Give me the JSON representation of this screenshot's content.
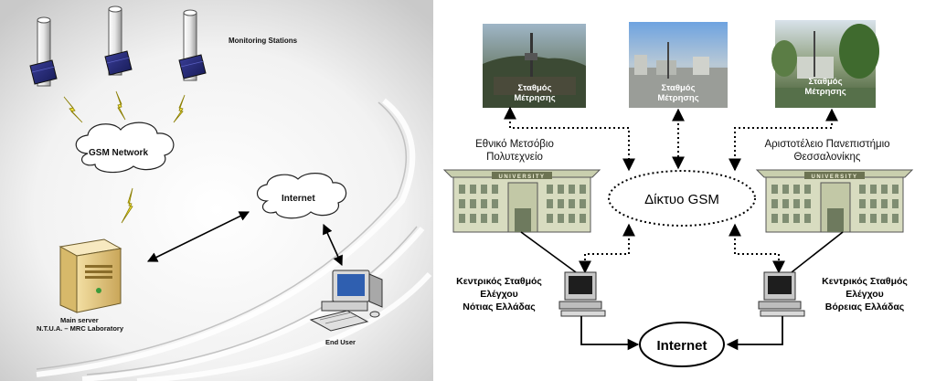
{
  "left_panel": {
    "monitoring_stations_label": "Monitoring Stations",
    "gsm_network_label": "GSM Network",
    "internet_label": "Internet",
    "main_server_line1": "Main server",
    "main_server_line2": "N.T.U.A. – MRC Laboratory",
    "end_user_label": "End User"
  },
  "right_panel": {
    "station_photos": [
      {
        "line1": "Σταθμός",
        "line2": "Μέτρησης"
      },
      {
        "line1": "Σταθμός",
        "line2": "Μέτρησης"
      },
      {
        "line1": "Σταθμός",
        "line2": "Μέτρησης"
      }
    ],
    "building_sign": "UNIVERSITY",
    "ntua": {
      "line1": "Εθνικό Μετσόβιο",
      "line2": "Πολυτεχνείο"
    },
    "auth": {
      "line1": "Αριστοτέλειο Πανεπιστήμιο",
      "line2": "Θεσσαλονίκης"
    },
    "gsm_network_label": "Δίκτυο GSM",
    "internet_label": "Internet",
    "south_center": {
      "line1": "Κεντρικός Σταθμός",
      "line2": "Ελέγχου",
      "line3": "Νότιας Ελλάδας"
    },
    "north_center": {
      "line1": "Κεντρικός Σταθμός",
      "line2": "Ελέγχου",
      "line3": "Βόρειας Ελλάδας"
    }
  }
}
